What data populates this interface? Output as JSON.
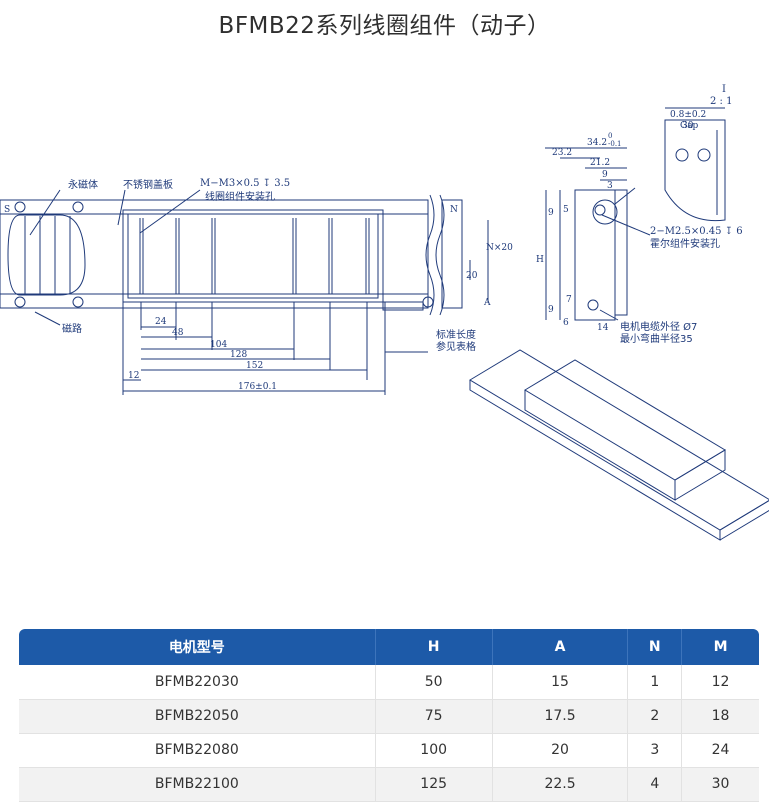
{
  "title": "BFMB22系列线圈组件（动子）",
  "drawing": {
    "labels": {
      "permanent_magnet": "永磁体",
      "steel_cover": "不锈钢盖板",
      "mount_holes": "M−M3×0.5 ↧ 3.5",
      "mount_holes_desc": "线圈组件安装孔",
      "magnetic_path": "磁路",
      "std_length_1": "标准长度",
      "std_length_2": "参见表格",
      "hall_holes": "2−M2.5×0.45 ↧ 6",
      "hall_holes_desc": "霍尔组件安装孔",
      "cable_1": "电机电缆外径 Ø7",
      "cable_2": "最小弯曲半径35",
      "detail_id": "I",
      "detail_scale": "2 : 1",
      "gap_value": "0.8±0.2",
      "gap_label": "Gap",
      "south": "S",
      "north": "N",
      "dim_h": "H",
      "dim_a": "A",
      "dim_n20": "N×20",
      "dim_20": "20"
    },
    "bottom_dims": [
      "24",
      "48",
      "104",
      "128",
      "152",
      "12",
      "176±0.1"
    ],
    "side_dims": {
      "w342": "34.2",
      "w342_tol": "0",
      "w342_tol2": "-0.1",
      "w232": "23.2",
      "w212": "21.2",
      "d9a": "9",
      "d3": "3",
      "d9b": "9",
      "d5": "5",
      "d9c": "9",
      "d6": "6",
      "d14": "14",
      "d7": "7",
      "d30": "30"
    }
  },
  "table": {
    "headers": [
      "电机型号",
      "H",
      "A",
      "N",
      "M"
    ],
    "rows": [
      [
        "BFMB22030",
        "50",
        "15",
        "1",
        "12"
      ],
      [
        "BFMB22050",
        "75",
        "17.5",
        "2",
        "18"
      ],
      [
        "BFMB22080",
        "100",
        "20",
        "3",
        "24"
      ],
      [
        "BFMB22100",
        "125",
        "22.5",
        "4",
        "30"
      ]
    ]
  },
  "colors": {
    "header": "#1d5aa8",
    "line": "#1f3a7a"
  }
}
